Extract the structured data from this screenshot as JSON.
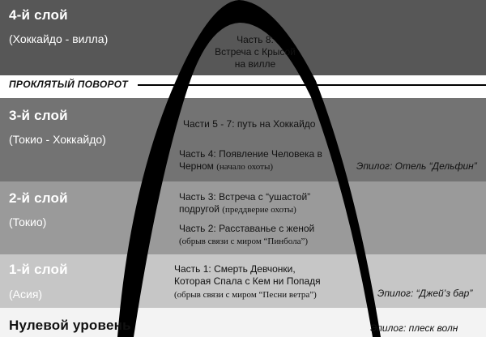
{
  "layers": [
    {
      "title": "4-й слой",
      "subtitle": "(Хоккайдо - вилла)"
    },
    {
      "title": "3-й слой",
      "subtitle": "(Токио - Хоккайдо)"
    },
    {
      "title": "2-й слой",
      "subtitle": "(Токио)"
    },
    {
      "title": "1-й слой",
      "subtitle": "(Асия)"
    },
    {
      "title": "Нулевой уровень"
    }
  ],
  "cursed_turn": "ПРОКЛЯТЫЙ ПОВОРОТ",
  "parts": {
    "part8": [
      "Часть 8:",
      "Встреча с Крысой",
      "на вилле"
    ],
    "part5_7": "Части 5 - 7: путь на Хоккайдо",
    "part4": {
      "line1": "Часть 4: Появление Человека в",
      "line2": "Черном",
      "note": "(начало охоты)"
    },
    "part3": {
      "line1": "Часть 3: Встреча с “ушастой”",
      "line2": "подругой",
      "note": "(преддверие охоты)"
    },
    "part2": {
      "line": "Часть 2: Расставанье с женой",
      "note": "(обрыв связи с миром “Пинбола”)"
    },
    "part1": {
      "line1": "Часть 1: Смерть Девчонки,",
      "line2": "Которая Спала с Кем ни Попадя",
      "note": "(обрыв связи с миром “Песни ветра”)"
    }
  },
  "epilogs": {
    "dolphin": "Эпилог: Отель “Дельфин”",
    "jays_bar": "Эпилог: “Джей’з бар”",
    "waves": "Эпилог: плеск волн"
  },
  "colors": {
    "layer4": "#575757",
    "layer3": "#737373",
    "layer2": "#9a9a9a",
    "layer1": "#c6c6c6",
    "layer0": "#f3f3f3",
    "arch": "#000000"
  }
}
